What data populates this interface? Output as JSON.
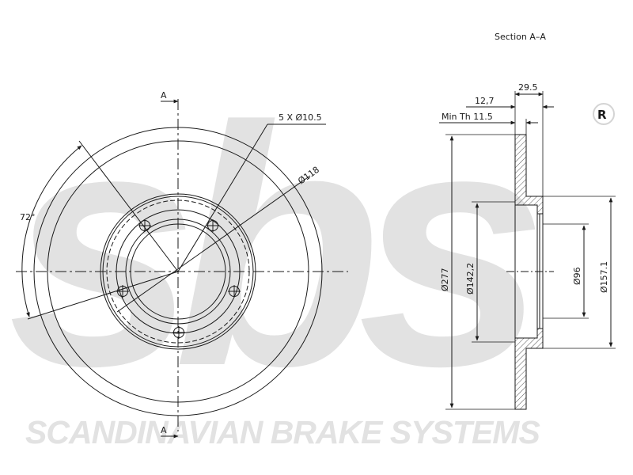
{
  "watermark": {
    "logo_text": "sbs",
    "company": "SCANDINAVIAN BRAKE SYSTEMS",
    "registered_mark": "®",
    "color": "#e4e4e4"
  },
  "front_view": {
    "section_marker_top": "A",
    "section_marker_bottom": "A",
    "bolt_holes_label": "5 X Ø10.5",
    "pcd_label": "Ø118",
    "angle_label": "72°"
  },
  "section_view": {
    "title": "Section A–A",
    "dim_total_height": "29.5",
    "dim_hat_depth": "12,7",
    "min_thickness": "Min Th  11.5",
    "dia_outer": "Ø277",
    "dia_hat": "Ø142,2",
    "dia_center": "Ø96",
    "dia_hub": "Ø157.1"
  },
  "colors": {
    "line": "#1a1a1a",
    "hatch": "#555555"
  }
}
